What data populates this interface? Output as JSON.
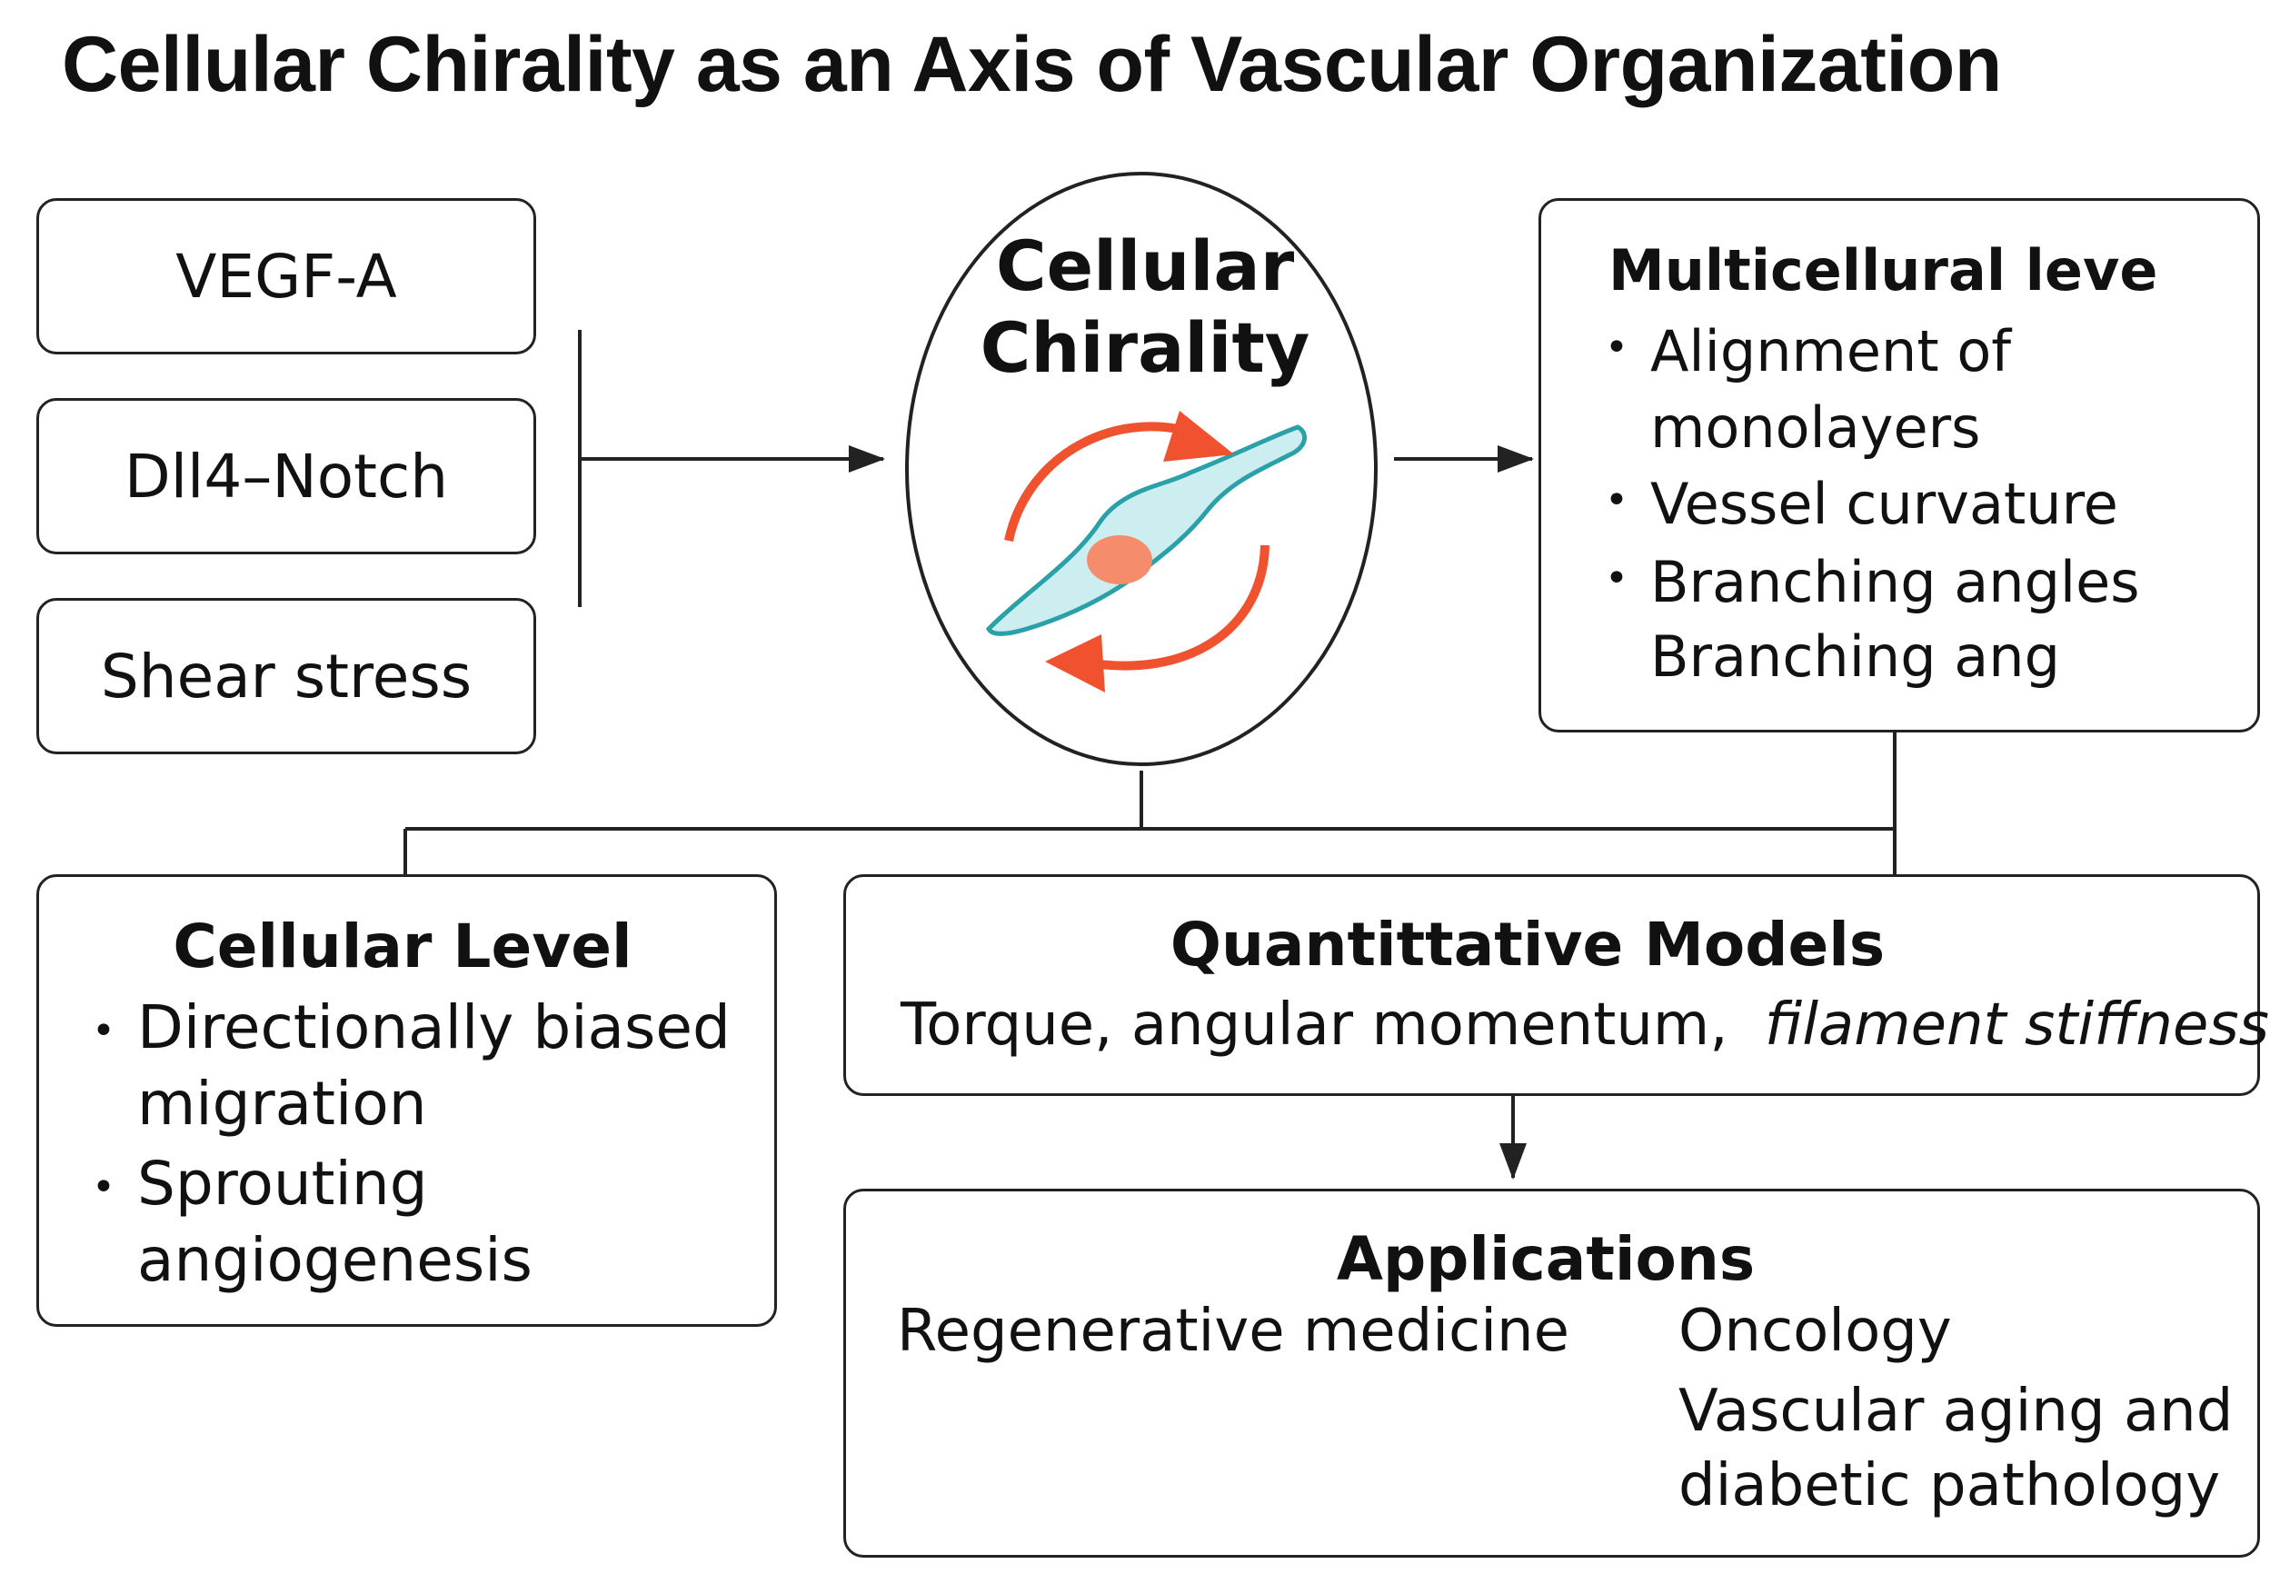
{
  "title": "Cellular Chirality as an Axis of Vascular Organization",
  "inputs": [
    "VEGF-A",
    "Dll4–Notch",
    "Shear stress"
  ],
  "center": {
    "line1": "Cellular",
    "line2": "Chirality",
    "colors": {
      "arrow": "#f0512e",
      "cell_fill": "#cdeef0",
      "cell_stroke": "#2aa0a8",
      "nucleus": "#f58c6c"
    },
    "icon": "cell-rotation-icon"
  },
  "multicellular": {
    "heading": "Multicellural leve",
    "items": [
      "Alignment of",
      "monolayers",
      "Vessel curvature",
      "Branching angles",
      "Branching ang"
    ]
  },
  "cellular_level": {
    "heading": "Cellular Level",
    "items": [
      "Directionally biased",
      "migration",
      "Sprouting",
      "angiogenesis"
    ]
  },
  "models": {
    "heading": "Quantittative Models",
    "text": "Torque, angular momentum,",
    "italic": "filament stiffness"
  },
  "applications": {
    "heading": "Applications",
    "left": "Regenerative medicine",
    "right": [
      "Oncology",
      "Vascular aging and",
      "diabetic pathology"
    ]
  },
  "bullet": "•"
}
